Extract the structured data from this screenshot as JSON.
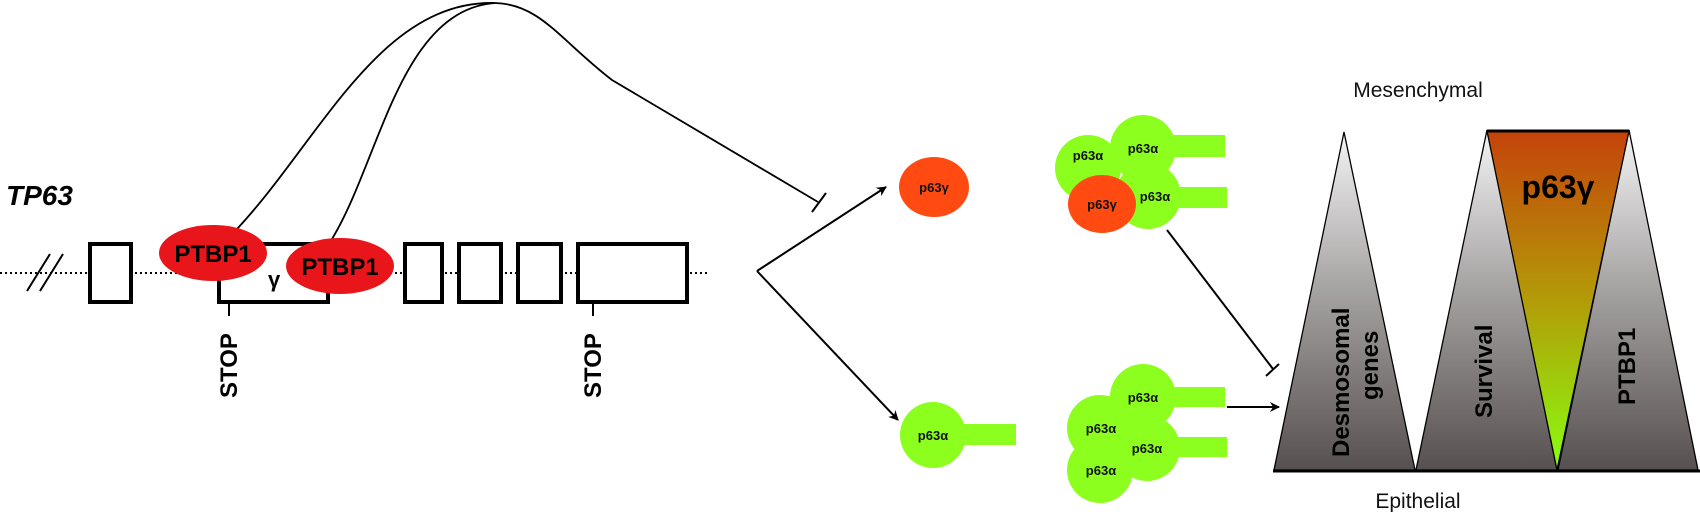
{
  "gene": {
    "name": "TP63",
    "exon_label": "γ",
    "stop_label": "STOP",
    "binding_protein": "PTBP1"
  },
  "isoforms": {
    "gamma": "p63γ",
    "alpha": "p63α"
  },
  "states": {
    "top": "Mesenchymal",
    "bottom": "Epithelial"
  },
  "gradients": [
    {
      "label_line1": "Desmosomal",
      "label_line2": "genes"
    },
    {
      "label": "Survival"
    },
    {
      "label": "p63γ"
    },
    {
      "label": "PTBP1"
    }
  ],
  "colors": {
    "ptbp1": "#e8161b",
    "p63_gamma": "#ff4a12",
    "p63_alpha": "#8cff1e",
    "gamma_top": "#c24a0a",
    "gamma_bottom": "#8aff10",
    "grey_top": "#f2f2f2",
    "grey_bottom": "#575050"
  }
}
